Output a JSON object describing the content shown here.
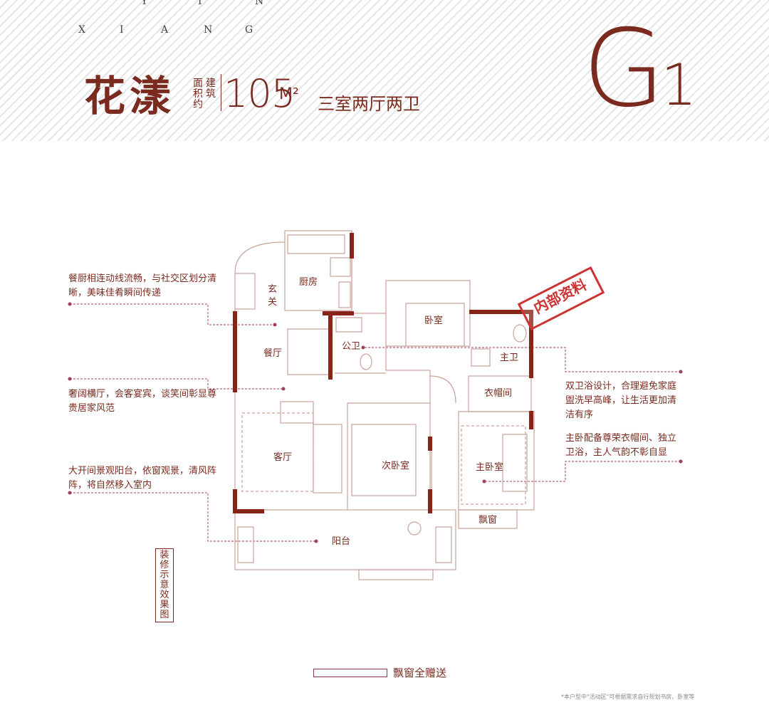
{
  "brand": {
    "letters_top": [
      "Y",
      "I",
      "N"
    ],
    "letters_bottom": [
      "X",
      "I",
      "A",
      "N",
      "G"
    ]
  },
  "title": {
    "name": "花漾",
    "label_col1": "建筑",
    "label_col2": "面积约",
    "area": "105",
    "unit": "M²",
    "rooms": "三室两厅两卫",
    "plan_code": "G",
    "plan_code_sub": "1"
  },
  "notes": {
    "kitchen_dining": "餐厨相连动线流畅，与社交区划分清晰，美味佳肴瞬间传递",
    "living_room": "奢阔横厅，会客宴宾，谈笑间彰显尊贵居家风范",
    "balcony": "大开间景观阳台，依窗观景，清风阵阵，将自然移入室内",
    "bathrooms": "双卫浴设计，合理避免家庭盥洗早高峰，让生活更加清洁有序",
    "master_suite": "主卧配备尊荣衣帽间、独立卫浴，主人气韵不彰自显"
  },
  "rooms": {
    "kitchen": "厨房",
    "entrance": "玄关",
    "dining": "餐厅",
    "public_bath": "公卫",
    "bedroom": "卧室",
    "master_bath": "主卫",
    "closet": "衣帽间",
    "living": "客厅",
    "second_bedroom": "次卧室",
    "master_bedroom": "主卧室",
    "bay_window": "飘窗",
    "balcony": "阳台"
  },
  "stamp": "内部资料",
  "side_label": "装修示意效果图",
  "legend": "飘窗全赠送",
  "footnote": "*本户型中\"活动区\"可根据需求自行规划书房、卧室等",
  "colors": {
    "brand": "#7a2a1f",
    "wall": "#8b2418",
    "note_line": "#a04060",
    "stamp": "#cc3333"
  }
}
